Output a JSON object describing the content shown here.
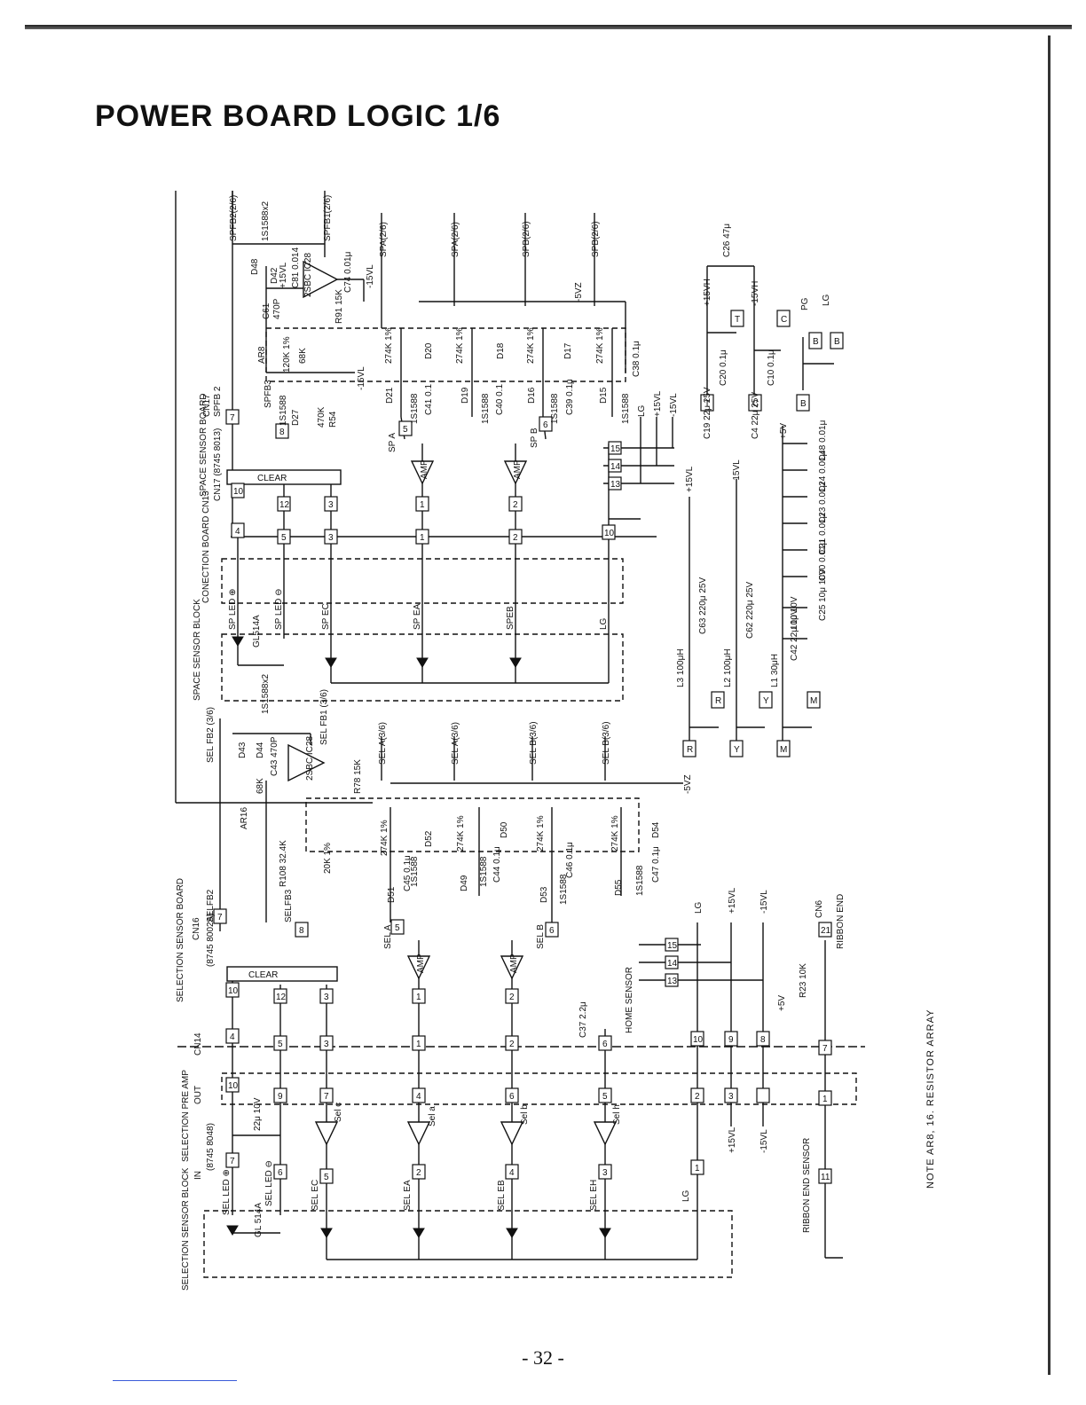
{
  "title": "POWER BOARD LOGIC 1/6",
  "page_number": "- 32 -",
  "note": "NOTE  AR8, 16. RESISTOR ARRAY",
  "upper": {
    "ext_signals": {
      "spfb2": "SPFB2(2/6)",
      "spfb1": "SPFB1(2/6)",
      "spa_out": "SPA(2/6)",
      "spa_in": "SPA(2/6)",
      "spb_out": "SPB(2/6)",
      "spb_in": "SPB(2/6)"
    },
    "labels": {
      "d48": "D48",
      "d42": "D42",
      "d42_part": "1S1588x2",
      "c61": "C61",
      "c61_val": "470P",
      "ic28": "2SBC IC28",
      "c81": "C81 0.014",
      "c74": "C74 0.01μ",
      "r91": "R91 15K",
      "p15vl": "+15VL",
      "m15vl": "-15VL",
      "ar8": "AR8",
      "ar8_val": "120K 1%",
      "r68k": "68K",
      "spfb3": "SPFB3",
      "d27": "D27",
      "d27_part": "1S1588",
      "r54": "R54",
      "r54_val": "470K",
      "m15vl2": "-15VL",
      "m5vz": "-5VZ",
      "r274_1": "274K 1%",
      "r274_2": "274K 1%",
      "r274_3": "274K 1%",
      "r274_4": "274K 1%",
      "d21": "D21",
      "d20": "D20",
      "d19": "D19",
      "d18": "D18",
      "d16": "D16",
      "d17": "D17",
      "d15": "D15",
      "p1s1588": "1S1588",
      "c41": "C41 0.1",
      "c40": "C40 0.1",
      "c39": "C39 0.1μ",
      "c38": "C38 0.1μ",
      "cn17": "CN17",
      "spfb2_pin": "SPFB 2",
      "space_sensor_board": "SPACE SENSOR BOARD",
      "cn17_part": "CN17 (8745 8013)",
      "spa": "SP A",
      "spb": "SP B",
      "amp": "AMP",
      "clear": "CLEAR",
      "lg": "LG",
      "p15vl_b": "+15VL",
      "m15vl_b": "-15VL",
      "cn13": "CONECTION BOARD CN13",
      "spled_p": "SP LED ⊕",
      "spled_m": "SP LED ⊖",
      "spec": "SP EC",
      "spea": "SP EA",
      "speb": "SPEB",
      "gl514a": "GL514A",
      "space_sensor_block": "SPACE SENSOR BLOCK",
      "p1s1588x2": "1S1588x2"
    },
    "pins": [
      "7",
      "8",
      "5",
      "6",
      "10",
      "12",
      "3",
      "4",
      "5",
      "3",
      "1",
      "2",
      "1",
      "2",
      "10",
      "15",
      "14",
      "13"
    ]
  },
  "power": {
    "p15vh": "+15VH",
    "m15vh": "-15VH",
    "c26": "C26 47μ",
    "c20": "C20 0.1μ",
    "c10": "C10 0.1μ",
    "c19": "C19 22μ 25V",
    "c4": "C4 22μ 25V",
    "t": "T",
    "c": "C",
    "b": "B",
    "r": "R",
    "y": "Y",
    "m": "M",
    "pg": "PG",
    "lg": "LG",
    "p15vl": "+15VL",
    "m15vl": "-15VL",
    "p5v": "+5V",
    "c48": "C48 0.01μ",
    "c24": "C24 0.01μ",
    "c23": "C23 0.01μ",
    "c21": "C21 0.01μ",
    "c90": "C90 0.01μ",
    "c25": "C25 10μ 10V",
    "c25b": "10μ 10V",
    "c63": "C63 220μ 25V",
    "c62": "C62 220μ 25V",
    "c42": "C42 22μ 10V",
    "l3": "L3 100μH",
    "l2": "L2 100μH",
    "l1": "L1 30μH"
  },
  "lower": {
    "ext_signals": {
      "selfb2": "SEL FB2 (3/6)",
      "selfb1": "SEL FB1 (3/6)",
      "sela_out": "SEL A(3/6)",
      "sela_in": "SEL A(3/6)",
      "selb_out": "SEL B(3/6)",
      "selb_in": "SEL B(3/6)"
    },
    "labels": {
      "d43": "D43",
      "d44": "D44",
      "c43": "C43 470P",
      "ic28": "2SBC IC28",
      "r78": "R78 15K",
      "r68k": "68K",
      "ar16": "AR16",
      "r108": "R108 32.4K",
      "r20k": "20K 1%",
      "selfb3": "SELFB3",
      "m5vz": "-5VZ",
      "d51": "D51",
      "d52": "D52",
      "d49": "D49",
      "d50": "D50",
      "d53": "D53",
      "d54": "D54",
      "d55": "D55",
      "c45": "C45 0.1μ",
      "c44": "C44 0.1μ",
      "c46": "C46 0.1μ",
      "c47": "C47 0.1μ",
      "p1s1588": "1S1588",
      "r274": "274K 1%",
      "cn16": "CN16",
      "selfb2_pin": "SELFB2",
      "selection_sensor_board": "SELECTION SENSOR BOARD",
      "cn16_part": "(8745 8002A)",
      "sela": "SEL A",
      "selb": "SEL B",
      "clear": "CLEAR",
      "amp": "AMP",
      "lg": "LG",
      "p15vl": "+15VL",
      "m15vl": "-15VL",
      "cn6": "CN6",
      "ribbon_end": "RIBBON END",
      "r23": "R23 10K",
      "p5v": "+5V",
      "cn14": "CN14",
      "c37": "C37 2.2μ",
      "home_sensor": "HOME SENSOR",
      "preamp": "SELECTION PRE AMP",
      "preamp_part": "(8745 8048)",
      "in": "IN",
      "out": "OUT",
      "c22": "22μ 10V",
      "selc": "Sel c",
      "sela_s": "Sel a",
      "selb_s": "Sel b",
      "selh": "Sel h",
      "selled_p": "SEL LED ⊕",
      "selled_m": "SEL LED ⊖",
      "selec": "SEL EC",
      "selea": "SEL EA",
      "seleb": "SEL EB",
      "seleh": "SEL EH",
      "gl514a": "GL 514A",
      "selection_sensor_block": "SELECTION SENSOR BLOCK",
      "ribbon_end_sensor": "RIBBON END SENSOR",
      "p15vl_b": "+15VL",
      "m15vl_b": "-15VL"
    },
    "pins": [
      "7",
      "8",
      "5",
      "6",
      "10",
      "12",
      "3",
      "1",
      "2",
      "15",
      "14",
      "13",
      "21",
      "4",
      "5",
      "3",
      "1",
      "2",
      "6",
      "10",
      "9",
      "8",
      "7",
      "10",
      "9",
      "7",
      "4",
      "6",
      "5",
      "2",
      "3",
      "1",
      "11",
      "7",
      "6",
      "5",
      "2",
      "4",
      "3",
      "1"
    ]
  }
}
